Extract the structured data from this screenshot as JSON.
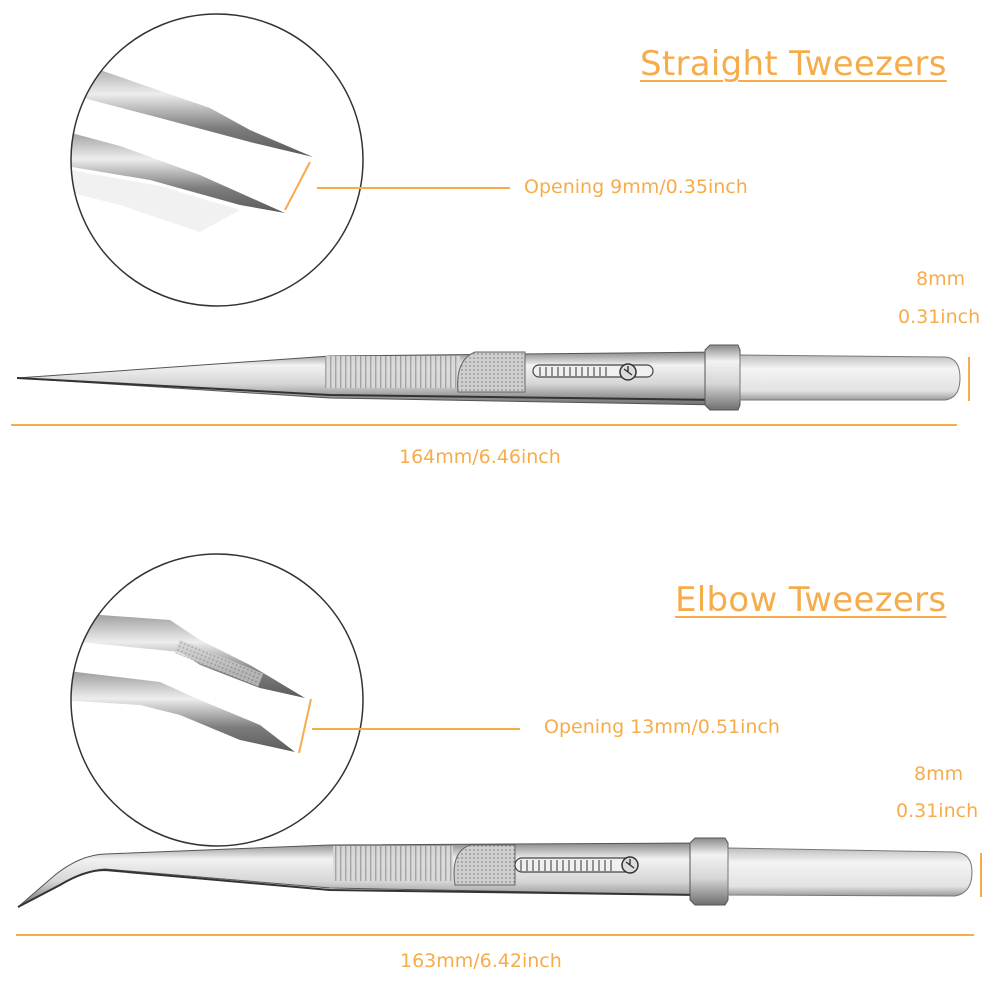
{
  "accent_color": "#f6ac4a",
  "straight": {
    "title": "Straight Tweezers",
    "opening_label": "Opening 9mm/0.35inch",
    "width_mm": "8mm",
    "width_inch": "0.31inch",
    "length_label": "164mm/6.46inch"
  },
  "elbow": {
    "title": "Elbow Tweezers",
    "opening_label": "Opening 13mm/0.51inch",
    "width_mm": "8mm",
    "width_inch": "0.31inch",
    "length_label": "163mm/6.42inch"
  }
}
